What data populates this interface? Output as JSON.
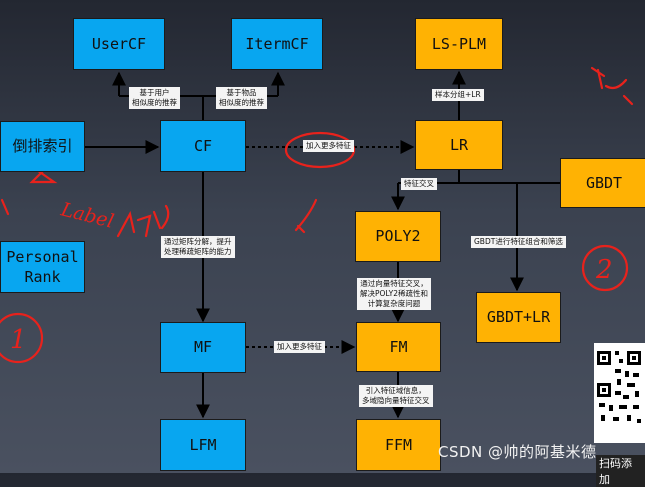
{
  "nodes": {
    "usercf": "UserCF",
    "itemcf": "ItermCF",
    "lsplm": "LS-PLM",
    "inverted": "倒排索引",
    "cf": "CF",
    "lr": "LR",
    "gbdt": "GBDT",
    "poly2": "POLY2",
    "personal": "Personal\nRank",
    "gbdtlr": "GBDT+LR",
    "mf": "MF",
    "fm": "FM",
    "lfm": "LFM",
    "ffm": "FFM"
  },
  "labels": {
    "user_sim": "基于用户\n相似度的推荐",
    "item_sim": "基于物品\n相似度的推荐",
    "sample_group": "样本分组+LR",
    "more_feat_cf": "加入更多特征",
    "feat_cross": "特征交叉",
    "matrix_decomp": "通过矩阵分解，提升\n处理稀疏矩阵的能力",
    "gbdt_combo": "GBDT进行特征组合和筛选",
    "vector_cross": "通过向量特征交叉，\n解决POLY2稀疏性和\n计算复杂度问题",
    "more_feat_mf": "加入更多特征",
    "field_info": "引入特征域信息，\n多域隐向量特征交叉"
  },
  "annotations": {
    "handwriting_label": "Label",
    "circle_one": "1",
    "circle_two": "2"
  },
  "watermark": "CSDN @帅的阿基米德",
  "scan_text": "扫码添加"
}
